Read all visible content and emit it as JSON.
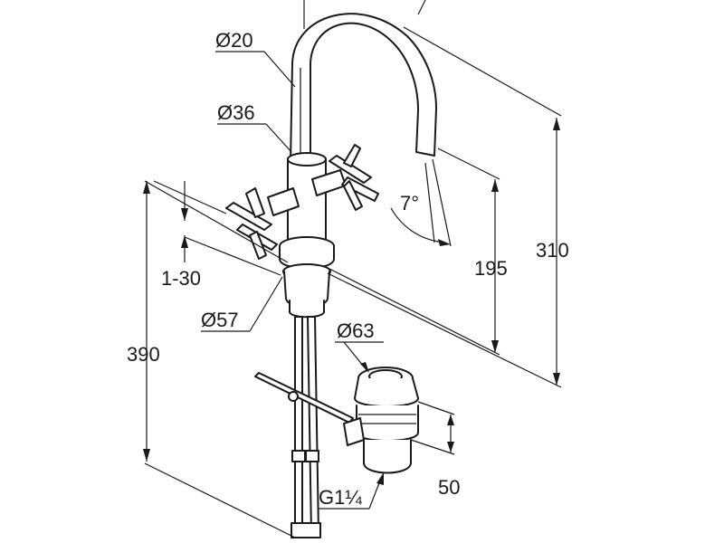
{
  "diagram": {
    "labels": {
      "spout_diameter": "Ø20",
      "body_diameter": "Ø36",
      "adjustment_range": "1-30",
      "base_diameter": "Ø57",
      "drain_diameter": "Ø63",
      "total_height_below": "390",
      "spout_outlet_height": "195",
      "overall_height": "310",
      "spout_angle": "7°",
      "drain_height": "50",
      "drain_thread": "G1¼"
    }
  }
}
